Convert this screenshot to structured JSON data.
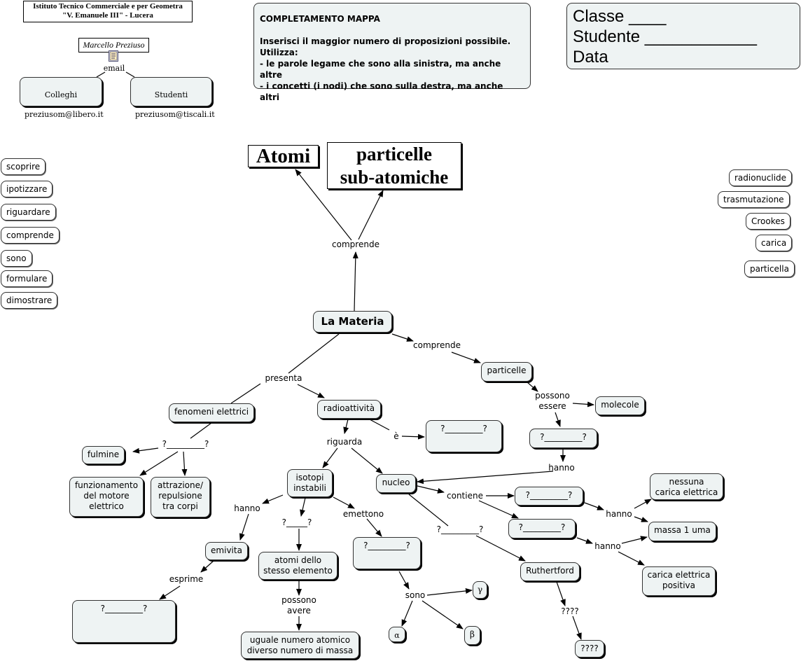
{
  "header": {
    "school_line1": "Istituto Tecnico Commerciale e per Geometra",
    "school_line2": "\"V. Emanuele III\" - Lucera",
    "author": "Marcello Preziuso",
    "email_label": "email",
    "colleghi_title": "Colleghi",
    "colleghi_email": "preziusom@libero.it",
    "studenti_title": "Studenti",
    "studenti_email": "preziusom@tiscali.it"
  },
  "instructions": {
    "title": "COMPLETAMENTO MAPPA",
    "line1": "Inserisci il maggior numero di proposizioni possibile.",
    "line2": "Utilizza:",
    "line3": "- le parole legame che sono alla sinistra, ma anche altre",
    "line4": "- i concetti (i nodi) che sono sulla destra, ma anche altri"
  },
  "student_box": {
    "classe": "Classe ____",
    "studente": "Studente ____________",
    "data": "Data"
  },
  "link_words": [
    "scoprire",
    "ipotizzare",
    "riguardare",
    "comprende",
    "sono",
    "formulare",
    "dimostrare"
  ],
  "concept_words": [
    "radionuclide",
    "trasmutazione",
    "Crookes",
    "carica",
    "particella"
  ],
  "concepts": {
    "atomi": "Atomi",
    "particelle_sub": "particelle\nsub-atomiche",
    "la_materia": "La Materia",
    "particelle": "particelle",
    "molecole": "molecole",
    "fenomeni": "fenomeni elettrici",
    "radioattivita": "radioattività",
    "blank_e": "?_________?",
    "fulmine": "fulmine",
    "motore": "funzionamento\ndel motore\nelettrico",
    "attrazione": "attrazione/\nrepulsione\ntra corpi",
    "blank_possono": "?_________?",
    "isotopi": "isotopi\ninstabili",
    "nucleo": "nucleo",
    "blank_contiene1": "?_________?",
    "blank_contiene2": "?_________?",
    "nessuna": "nessuna\ncarica elettrica",
    "massa": "massa 1 uma",
    "carica_pos": "carica elettrica\npositiva",
    "emivita": "emivita",
    "atomi_stesso": "atomi dello\nstesso elemento",
    "blank_emettono": "?_________?",
    "rutherford": "Ruthertford",
    "blank_esprime": "?_________?",
    "gamma": "γ",
    "alpha": "α",
    "beta": "β",
    "qqqq_box": "????",
    "uguale": "uguale numero atomico\ndiverso numero di massa"
  },
  "links": {
    "comprende_top": "comprende",
    "comprende_right": "comprende",
    "presenta": "presenta",
    "possono_essere": "possono\nessere",
    "blank_fenomeni": "?_________?",
    "e": "è",
    "riguarda": "riguarda",
    "hanno_mid": "hanno",
    "hanno_isotopi": "hanno",
    "blank_isotopi": "?_____?",
    "emettono": "emettono",
    "contiene": "contiene",
    "blank_nucleo": "?_________?",
    "hanno_r1": "hanno",
    "hanno_r2": "hanno",
    "esprime": "esprime",
    "possono_avere": "possono\navere",
    "sono": "sono",
    "qqqq_link": "????"
  }
}
